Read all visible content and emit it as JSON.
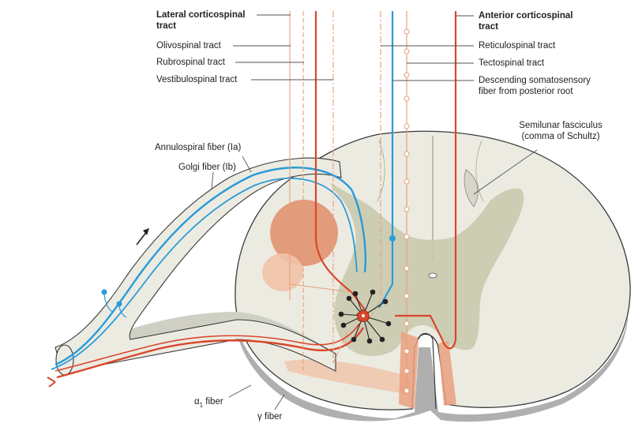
{
  "colors": {
    "motor": "#d9462b",
    "sensory": "#2a9bd8",
    "descending_light": "#e9a07a",
    "cord": "#ecebe2",
    "grey_matter": "#c8c8ab",
    "nucleus": "#e08e68",
    "nucleus_light": "#f1c3a8",
    "outline": "#3a3a3a"
  },
  "labels": {
    "lateral_corticospinal": "Lateral corticospinal",
    "lateral_corticospinal_2": "tract",
    "olivospinal": "Olivospinal tract",
    "rubrospinal": "Rubrospinal tract",
    "vestibulospinal": "Vestibulospinal tract",
    "anterior_corticospinal": "Anterior corticospinal",
    "anterior_corticospinal_2": "tract",
    "reticulospinal": "Reticulospinal tract",
    "tectospinal": "Tectospinal tract",
    "desc_somato": "Descending somatosensory",
    "desc_somato_2": "fiber from posterior root",
    "semilunar": "Semilunar fasciculus",
    "semilunar_2": "(comma of Schultz)",
    "annulospiral": "Annulospiral fiber (Ia)",
    "golgi": "Golgi fiber (Ib)",
    "alpha_prefix": "α",
    "alpha_sub": "1",
    "alpha_suffix": " fiber",
    "gamma": "γ fiber"
  },
  "icons": {
    "direction": "arrow-icon"
  }
}
